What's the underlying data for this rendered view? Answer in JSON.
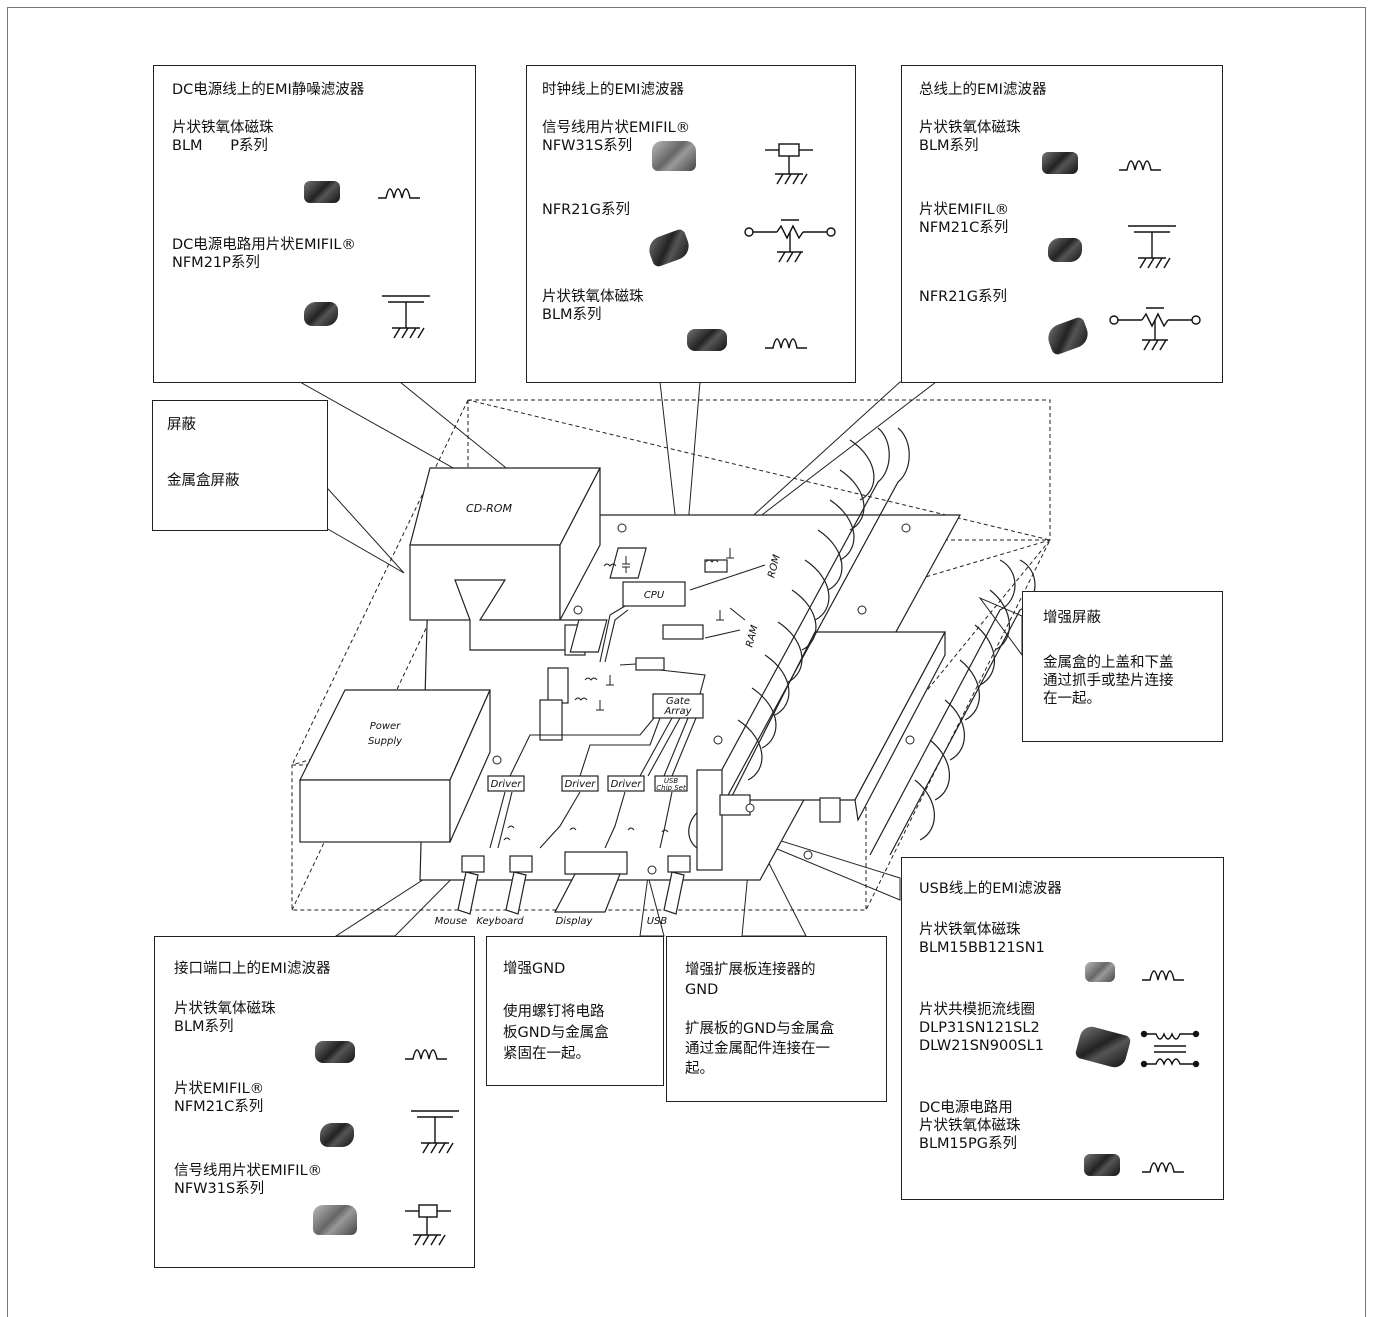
{
  "callouts": {
    "dc_power": {
      "title": "DC电源线上的EMI静噪滤波器",
      "item1_name": "片状铁氧体磁珠",
      "item1_series": "BLM      P系列",
      "item2_name": "DC电源电路用片状EMIFIL®",
      "item2_series": "NFM21P系列"
    },
    "clock": {
      "title": "时钟线上的EMI滤波器",
      "item1_name": "信号线用片状EMIFIL®",
      "item1_series": "NFW31S系列",
      "item2_series": "NFR21G系列",
      "item3_name": "片状铁氧体磁珠",
      "item3_series": "BLM系列"
    },
    "bus": {
      "title": "总线上的EMI滤波器",
      "item1_name": "片状铁氧体磁珠",
      "item1_series": "BLM系列",
      "item2_name": "片状EMIFIL®",
      "item2_series": "NFM21C系列",
      "item3_series": "NFR21G系列"
    },
    "shield": {
      "title": "屏蔽",
      "body": "金属盒屏蔽"
    },
    "shield_plus": {
      "title": "增强屏蔽",
      "body": "金属盒的上盖和下盖\n通过抓手或垫片连接\n在一起。"
    },
    "interface": {
      "title": "接口端口上的EMI滤波器",
      "item1_name": "片状铁氧体磁珠",
      "item1_series": "BLM系列",
      "item2_name": "片状EMIFIL®",
      "item2_series": "NFM21C系列",
      "item3_name": "信号线用片状EMIFIL®",
      "item3_series": "NFW31S系列"
    },
    "gnd": {
      "title": "增强GND",
      "body": "使用螺钉将电路\n板GND与金属盒\n紧固在一起。"
    },
    "ext_gnd": {
      "title": "增强扩展板连接器的\nGND",
      "body": "扩展板的GND与金属盒\n通过金属配件连接在一\n起。"
    },
    "usb": {
      "title": "USB线上的EMI滤波器",
      "item1_name": "片状铁氧体磁珠",
      "item1_series": "BLM15BB121SN1",
      "item2_name": "片状共模扼流线圈",
      "item2_series": "DLP31SN121SL2\nDLW21SN900SL1",
      "item3_name": "DC电源电路用\n片状铁氧体磁珠",
      "item3_series": "BLM15PG系列"
    }
  },
  "board": {
    "cdrom": "CD-ROM",
    "power_supply": "Power\nSupply",
    "cpu": "CPU",
    "rom": "ROM",
    "ram": "RAM",
    "gate_array": "Gate\nArray",
    "driver1": "Driver",
    "driver2": "Driver",
    "driver3": "Driver",
    "usb_chip": "USB\nChip Set",
    "mouse": "Mouse",
    "keyboard": "Keyboard",
    "display": "Display",
    "usb": "USB"
  },
  "icons": {
    "inductor": "inductor-icon",
    "capacitor": "capacitor-icon",
    "resistor_filter": "resistor-filter-icon",
    "varistor": "resistor-network-icon",
    "common_mode": "common-mode-choke-icon"
  }
}
